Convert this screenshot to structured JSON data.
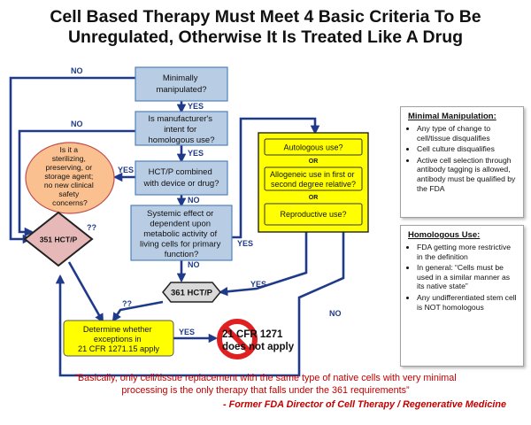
{
  "title": [
    "Cell Based Therapy Must Meet 4 Basic Criteria To Be",
    "Unregulated, Otherwise It Is Treated Like A Drug"
  ],
  "nodes": {
    "q1": [
      "Minimally",
      "manipulated?"
    ],
    "q2": [
      "Is manufacturer's",
      "intent for",
      "homologous use?"
    ],
    "q3": [
      "HCT/P combined",
      "with device or drug?"
    ],
    "q4": [
      "Systemic effect or",
      "dependent  upon",
      "metabolic activity of",
      "living cells for primary",
      "function?"
    ],
    "agent": [
      "Is it a",
      "sterilizing,",
      "preserving, or",
      "storage agent;",
      "no new clinical",
      "safety",
      "concerns?"
    ],
    "hct351": "351 HCT/P",
    "hct361": "361 HCT/P",
    "determine": [
      "Determine whether",
      "exceptions in",
      "21 CFR 1271.15 apply"
    ],
    "notapply": [
      "21 CFR 1271",
      "does not apply"
    ],
    "autologous": "Autologous use?",
    "allogeneic": [
      "Allogeneic use in first or",
      "second degree relative?"
    ],
    "reproductive": "Reproductive use?",
    "or": "OR"
  },
  "labels": {
    "no": "NO",
    "yes": "YES",
    "qq": "??"
  },
  "panels": {
    "minimal": {
      "title": "Minimal Manipulation:",
      "items": [
        "Any type of change to cell/tissue disqualifies",
        "Cell culture disqualifies",
        "Active cell selection through antibody tagging is allowed, antibody must be qualified by the FDA"
      ]
    },
    "homologous": {
      "title": "Homologous Use:",
      "items": [
        "FDA getting more restrictive in the definition",
        "In general: “Cells must be used in a similar manner as its native state”",
        "Any undifferentiated stem cell is NOT homologous"
      ]
    }
  },
  "quote": [
    "“Basically, only cell/tissue replacement with the same type of native cells with very minimal",
    "processing is the only therapy that falls under the 361 requirements”"
  ],
  "attribution": "- Former FDA Director of Cell Therapy / Regenerative Medicine",
  "colors": {
    "blue_box": "#b8cce4",
    "blue_border": "#4f81bd",
    "arrow": "#1f3a8a",
    "pink": "#e6b9b8",
    "orange": "#fac090",
    "yellow": "#ffff00",
    "gray_box": "#d9d9d9",
    "red": "#c00000"
  }
}
